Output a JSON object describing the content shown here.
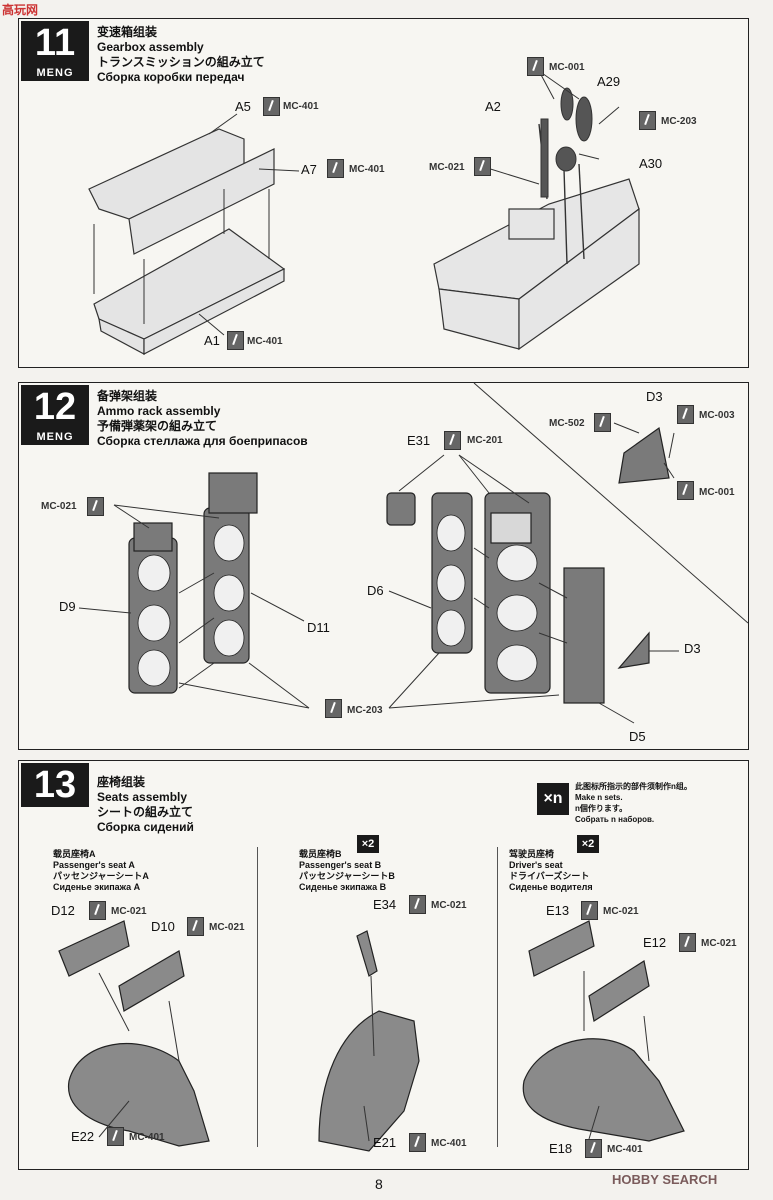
{
  "watermark": "高玩网",
  "step11": {
    "number": "11",
    "brand": "MENG",
    "title_cn": "变速箱组装",
    "title_en": "Gearbox assembly",
    "title_jp": "トランスミッションの組み立て",
    "title_ru": "Сборка коробки передач",
    "labels": {
      "a5": "A5",
      "a7": "A7",
      "a1": "A1",
      "a2": "A2",
      "a29": "A29",
      "a30": "A30"
    },
    "codes": {
      "a5": "MC-401",
      "a7": "MC-401",
      "a1": "MC-401",
      "top": "MC-001",
      "a29": "MC-203",
      "left": "MC-021"
    }
  },
  "step12": {
    "number": "12",
    "brand": "MENG",
    "title_cn": "备弹架组装",
    "title_en": "Ammo rack assembly",
    "title_jp": "予備弾薬架の組み立て",
    "title_ru": "Сборка стеллажа для боеприпасов",
    "labels": {
      "d3a": "D3",
      "d9": "D9",
      "d11": "D11",
      "e31": "E31",
      "d6": "D6",
      "d3b": "D3",
      "d5": "D5"
    },
    "codes": {
      "mc502": "MC-502",
      "mc003": "MC-003",
      "mc001": "MC-001",
      "mc201": "MC-201",
      "mc021": "MC-021",
      "mc203": "MC-203"
    }
  },
  "step13": {
    "number": "13",
    "title_cn": "座椅组装",
    "title_en": "Seats assembly",
    "title_jp": "シートの組み立て",
    "title_ru": "Сборка сидений",
    "xn": {
      "badge": "×n",
      "cn": "此图标所指示的部件须制作n组。",
      "en": "Make n sets.",
      "jp": "n個作ります。",
      "ru": "Собрать n наборов."
    },
    "seat_a": {
      "cn": "载员座椅A",
      "en": "Passenger's seat A",
      "jp": "パッセンジャーシートA",
      "ru": "Сиденье экипажа A"
    },
    "seat_b": {
      "cn": "载员座椅B",
      "en": "Passenger's seat B",
      "jp": "パッセンジャーシートB",
      "ru": "Сиденье экипажа B",
      "mult": "×2"
    },
    "driver": {
      "cn": "驾驶员座椅",
      "en": "Driver's seat",
      "jp": "ドライバーズシート",
      "ru": "Сиденье водителя",
      "mult": "×2"
    },
    "labels": {
      "d12": "D12",
      "d10": "D10",
      "e22": "E22",
      "e34": "E34",
      "e21": "E21",
      "e13": "E13",
      "e12": "E12",
      "e18": "E18"
    },
    "codes": {
      "d12": "MC-021",
      "d10": "MC-021",
      "e22": "MC-401",
      "e34": "MC-021",
      "e21": "MC-401",
      "e13": "MC-021",
      "e12": "MC-021",
      "e18": "MC-401"
    }
  },
  "footer": {
    "page": "8",
    "brand": "HOBBY SEARCH"
  }
}
